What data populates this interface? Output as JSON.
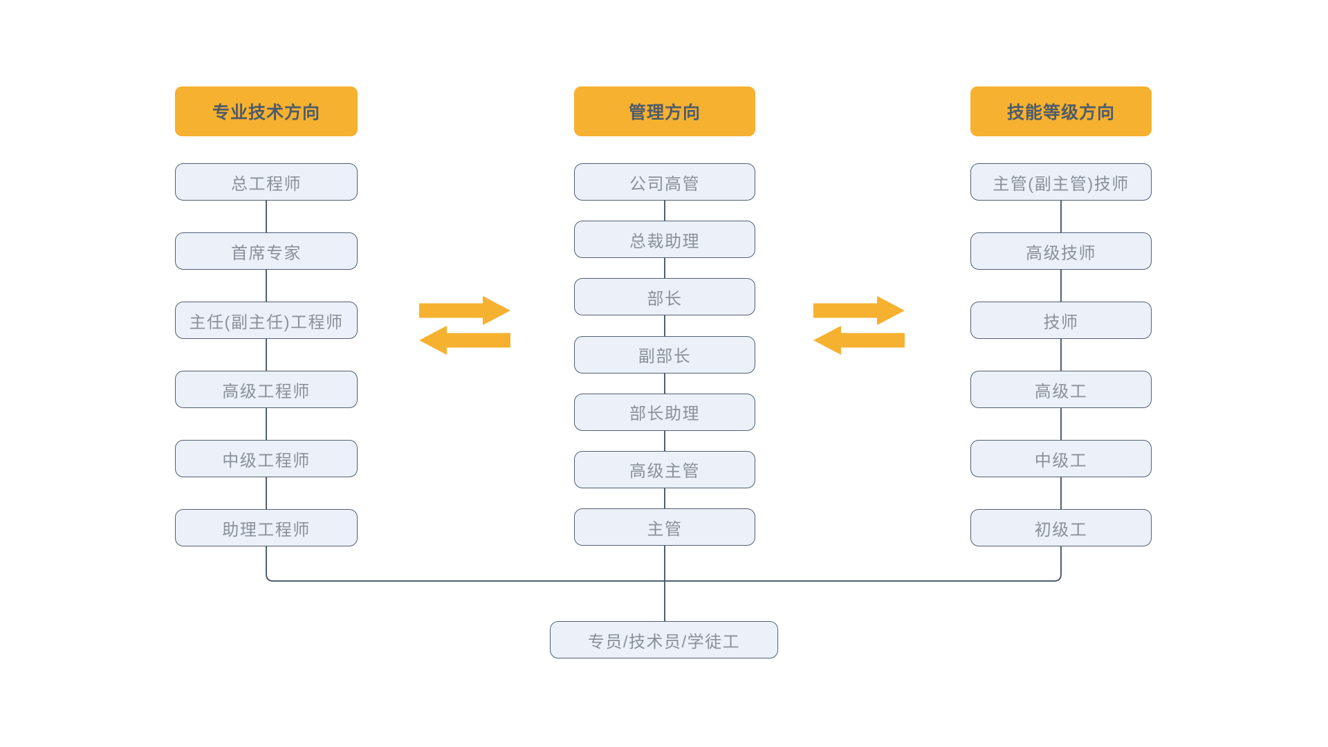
{
  "diagram": {
    "bottom_box": "专员/技术员/学徒工"
  },
  "columns": [
    {
      "id": "professional-technical",
      "header": "专业技术方向",
      "items": [
        "总工程师",
        "首席专家",
        "主任(副主任)工程师",
        "高级工程师",
        "中级工程师",
        "助理工程师"
      ]
    },
    {
      "id": "management",
      "header": "管理方向",
      "items": [
        "公司高管",
        "总裁助理",
        "部长",
        "副部长",
        "部长助理",
        "高级主管",
        "主管"
      ]
    },
    {
      "id": "skill-grade",
      "header": "技能等级方向",
      "items": [
        "主管(副主管)技师",
        "高级技师",
        "技师",
        "高级工",
        "中级工",
        "初级工"
      ]
    }
  ],
  "colors": {
    "header_bg": "#F5B12F",
    "header_text": "#4E5B6B",
    "box_bg": "#ECF1F9",
    "box_border": "#4F5E72",
    "box_text": "#8A909B",
    "connector_line": "#4F5E72",
    "arrow": "#F5B12F",
    "background": "#FFFFFF"
  }
}
